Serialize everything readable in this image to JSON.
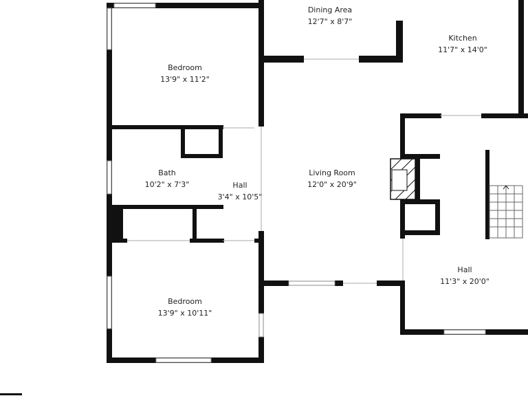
{
  "colors": {
    "wall": "#111111",
    "background": "#ffffff",
    "text": "#222222",
    "fixture_line": "#666666"
  },
  "rooms": {
    "bedroom_top": {
      "name": "Bedroom",
      "dims": "13'9\" x 11'2\""
    },
    "dining_area": {
      "name": "Dining Area",
      "dims": "12'7\" x 8'7\""
    },
    "kitchen": {
      "name": "Kitchen",
      "dims": "11'7\" x 14'0\""
    },
    "bath": {
      "name": "Bath",
      "dims": "10'2\" x 7'3\""
    },
    "hall_small": {
      "name": "Hall",
      "dims": "3'4\" x 10'5\""
    },
    "living_room": {
      "name": "Living Room",
      "dims": "12'0\" x 20'9\""
    },
    "hall_large": {
      "name": "Hall",
      "dims": "11'3\" x 20'0\""
    },
    "bedroom_bottom": {
      "name": "Bedroom",
      "dims": "13'9\" x 10'11\""
    }
  }
}
